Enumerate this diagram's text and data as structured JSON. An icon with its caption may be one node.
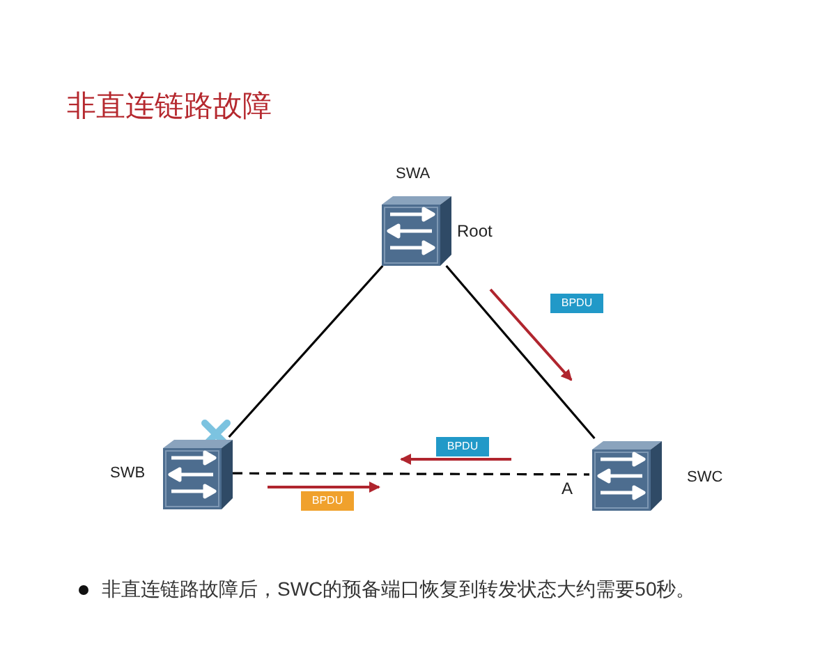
{
  "diagram": {
    "title": "非直连链路故障",
    "nodes": [
      {
        "text": [
          "SWA"
        ],
        "beside": [
          "Root"
        ]
      },
      {
        "text": [
          "SWB"
        ]
      },
      {
        "text": [
          "SWC"
        ]
      }
    ],
    "edges": [
      {
        "from": 0,
        "to": 1,
        "arrow": "none"
      },
      {
        "from": 0,
        "to": 2,
        "arrow": "none"
      },
      {
        "from": 1,
        "to": 2,
        "arrow": "none",
        "style": "dashed"
      }
    ],
    "labels": [
      "BPDU",
      "BPDU",
      "A",
      "BPDU",
      "非直连链路故障后，SWC的预备端口恢复到转发状态大约需要50秒。"
    ]
  }
}
